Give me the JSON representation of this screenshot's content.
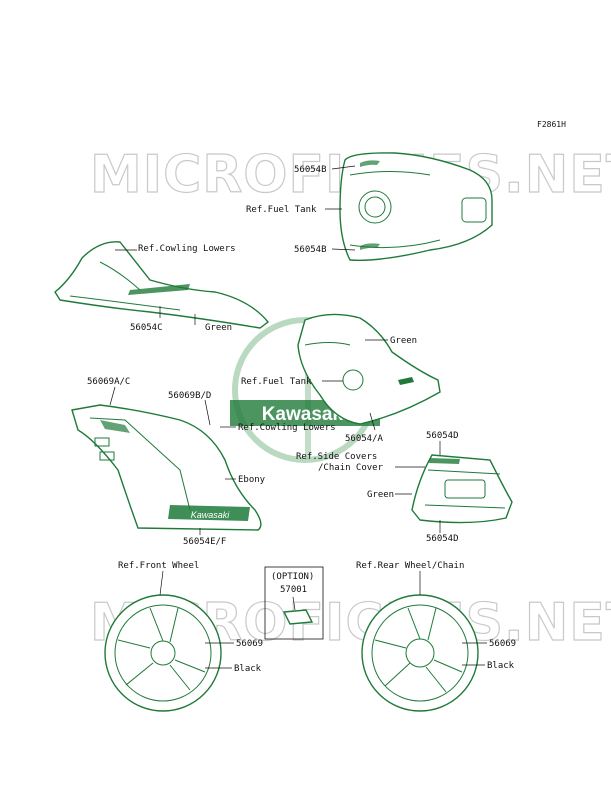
{
  "figure_code": "F2861H",
  "watermark": "MICROFICHES.NET",
  "logo_text": "Kawasaki",
  "labels": {
    "p56054B_top": "56054B",
    "ref_fuel_tank_1": "Ref.Fuel Tank",
    "p56054B_bottom": "56054B",
    "ref_cowling_lowers_1": "Ref.Cowling Lowers",
    "p56054C": "56054C",
    "green_1": "Green",
    "green_2": "Green",
    "p56069AC": "56069A/C",
    "p56069BD": "56069B/D",
    "ref_fuel_tank_2": "Ref.Fuel Tank",
    "ref_cowling_lowers_2": "Ref.Cowling Lowers",
    "p56054A": "56054/A",
    "p56054D_top": "56054D",
    "ref_side_covers_1": "Ref.Side Covers",
    "ref_side_covers_2": "/Chain Cover",
    "green_3": "Green",
    "ebony": "Ebony",
    "p56054EF": "56054E/F",
    "p56054D_bottom": "56054D",
    "ref_front_wheel": "Ref.Front Wheel",
    "option": "(OPTION)",
    "p57001": "57001",
    "ref_rear_wheel": "Ref.Rear Wheel/Chain",
    "p56069_front": "56069",
    "black_front": "Black",
    "p56069_rear": "56069",
    "black_rear": "Black"
  },
  "colors": {
    "line_art": "#1f7a3a",
    "watermark": "#c9c9c9",
    "text": "#111111"
  }
}
